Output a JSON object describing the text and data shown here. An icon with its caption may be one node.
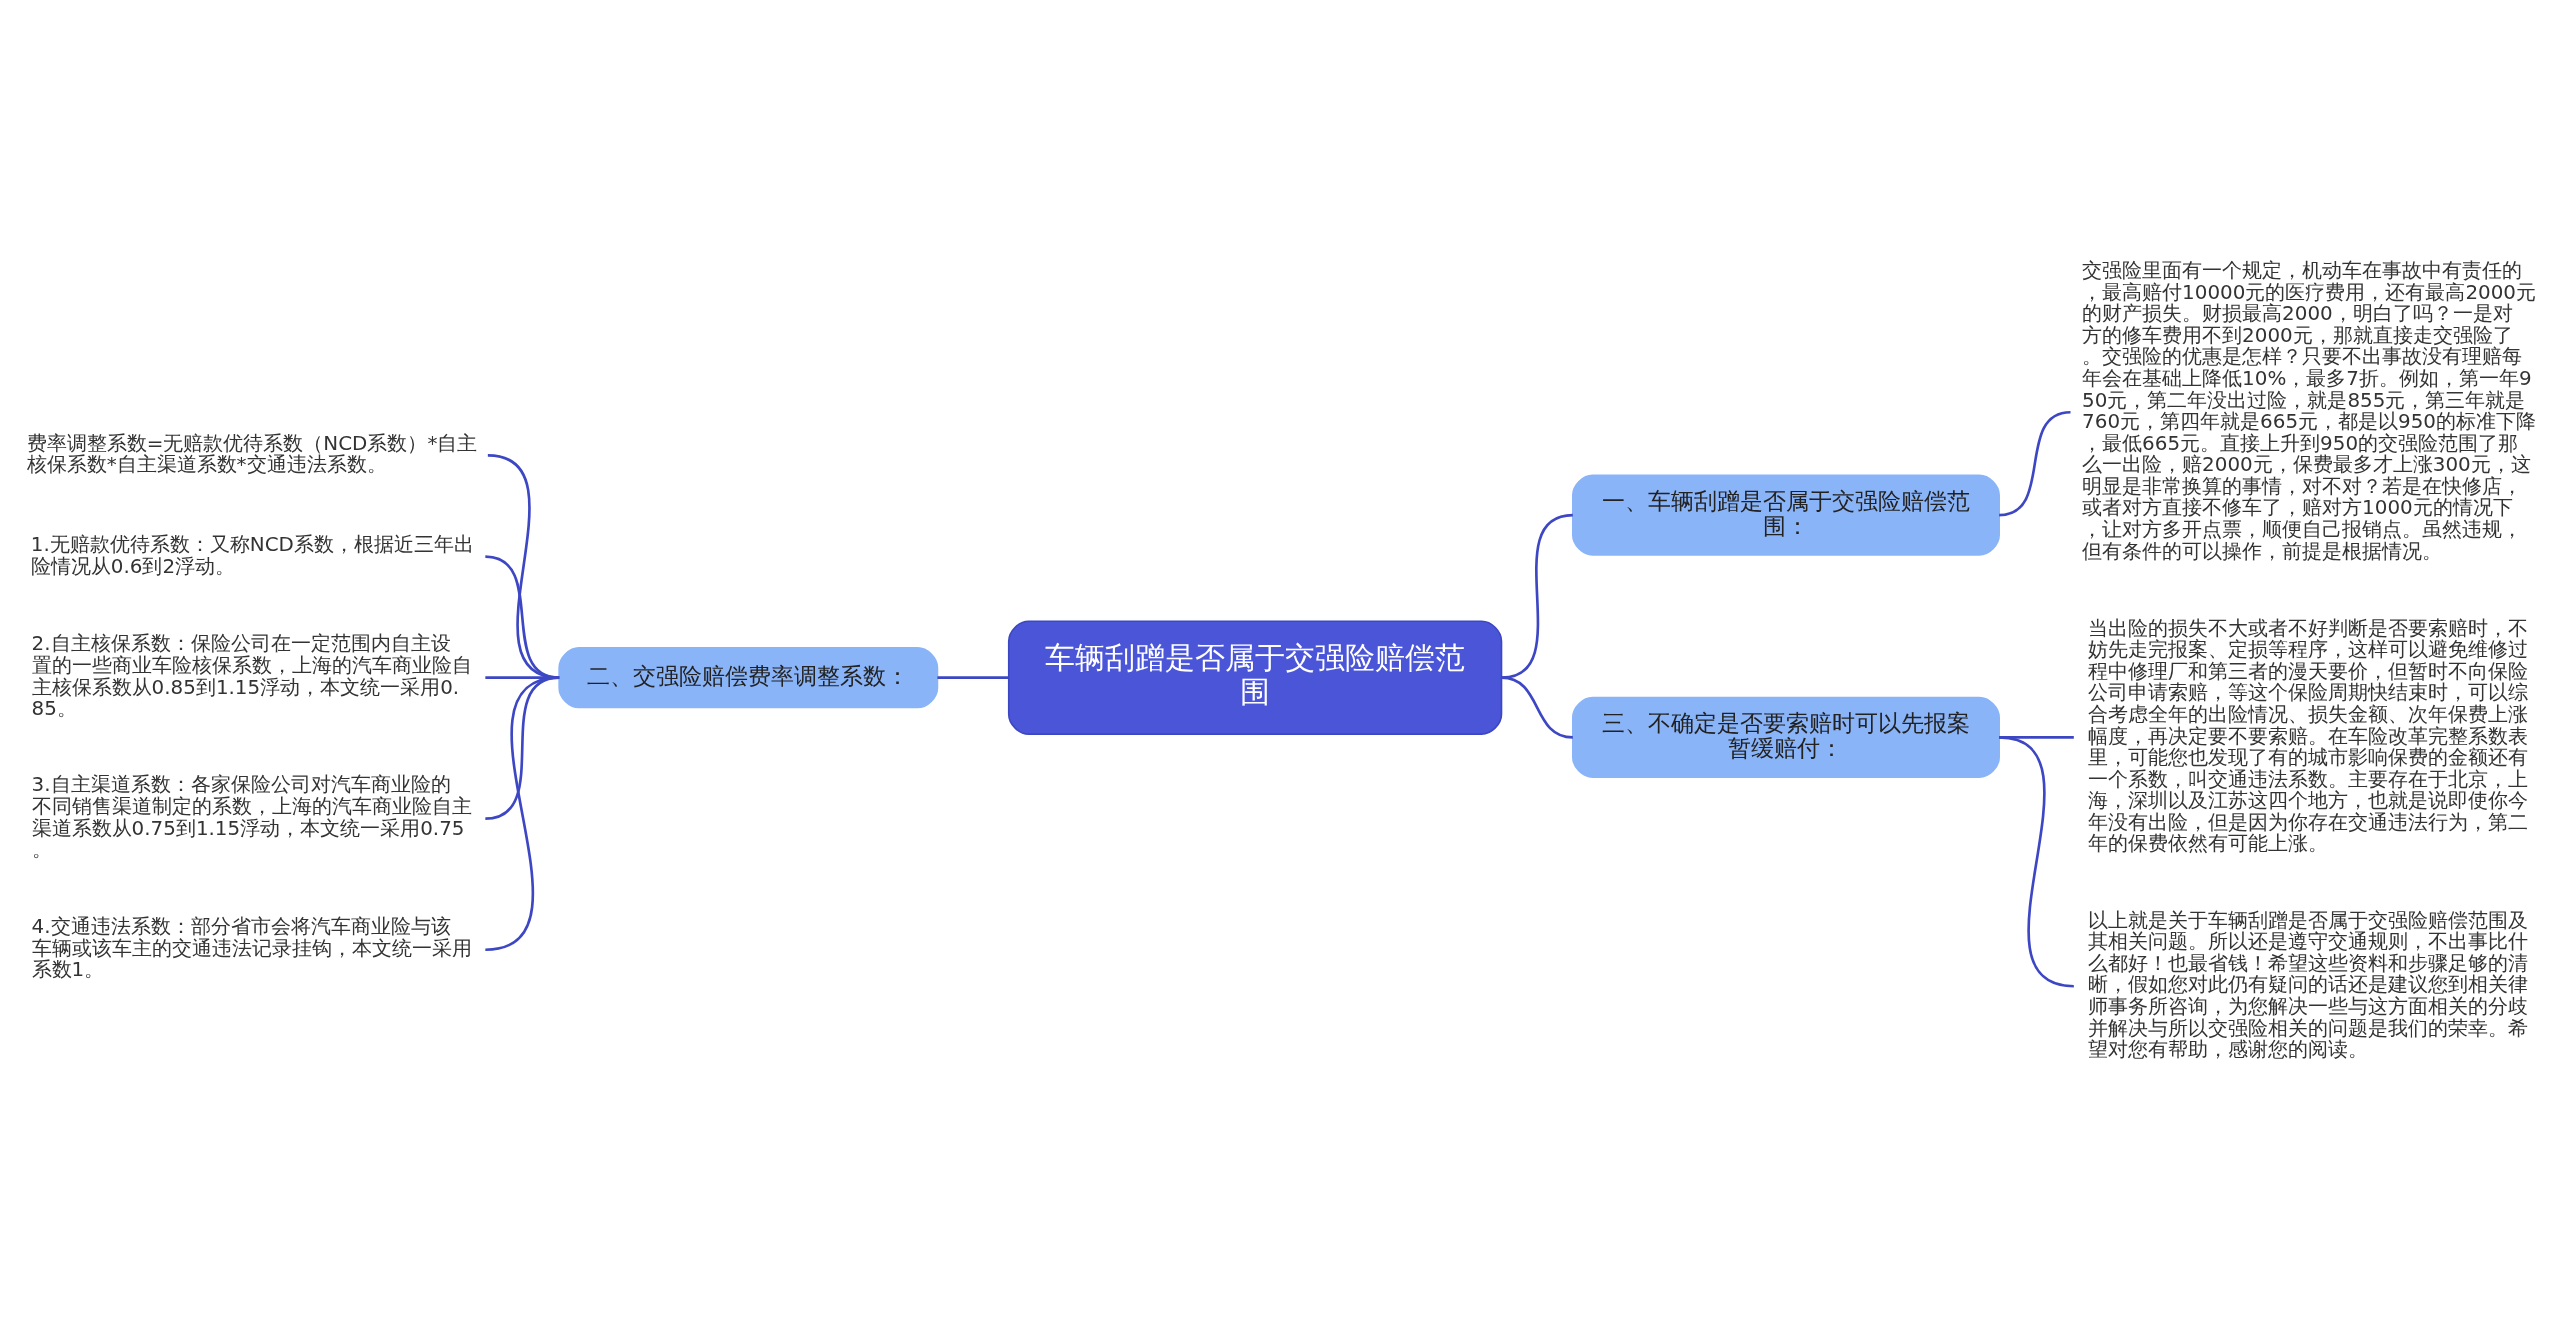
{
  "diagram": {
    "nodes": [
      {
        "text": [
          "车辆刮蹭是否属于交强险赔偿范围"
        ]
      },
      {
        "text": [
          "一、车辆刮蹭是否属于交强险赔偿范围："
        ]
      },
      {
        "text": [
          "交强险里面有一个规定，机动车在事故中有责任的，最高赔付10000元的医疗费用，还有最高2000元的财产损失。财损最高2000，明白了吗？一是对方的修车费用不到2000元，那就直接走交强险了。交强险的优惠是怎样？只要不出事故没有理赔每年会在基础上降低10%，最多7折。例如，第一年950元，第二年没出过险，就是855元，第三年就是760元，第四年就是665元，都是以950的标准下降，最低665元。直接上升到950的交强险范围了那么一出险，赔2000元，保费最多才上涨300元，这明显是非常换算的事情，对不对？若是在快修店，或者对方直接不修车了，赔对方1000元的情况下，让对方多开点票，顺便自己报销点。虽然违规，但有条件的可以操作，前提是根据情况。"
        ]
      },
      {
        "text": [
          "二、交强险赔偿费率调整系数："
        ]
      },
      {
        "text": [
          "费率调整系数=无赔款优待系数（NCD系数）*自主核保系数*自主渠道系数*交通违法系数。"
        ]
      },
      {
        "text": [
          "1.无赔款优待系数：又称NCD系数，根据近三年出险情况从0.6到2浮动。"
        ]
      },
      {
        "text": [
          "2.自主核保系数：保险公司在一定范围内自主设置的一些商业车险核保系数，上海的汽车商业险自主核保系数从0.85到1.15浮动，本文统一采用0.85。"
        ]
      },
      {
        "text": [
          "3.自主渠道系数：各家保险公司对汽车商业险的不同销售渠道制定的系数，上海的汽车商业险自主渠道系数从0.75到1.15浮动，本文统一采用0.75。"
        ]
      },
      {
        "text": [
          "4.交通违法系数：部分省市会将汽车商业险与该车辆或该车主的交通违法记录挂钩，本文统一采用系数1。"
        ]
      },
      {
        "text": [
          "三、不确定是否要索赔时可以先报案暂缓赔付："
        ]
      },
      {
        "text": [
          "当出险的损失不大或者不好判断是否要索赔时，不妨先走完报案、定损等程序，这样可以避免维修过程中修理厂和第三者的漫天要价，但暂时不向保险公司申请索赔，等这个保险周期快结束时，可以综合考虑全年的出险情况、损失金额、次年保费上涨幅度，再决定要不要索赔。在车险改革完整系数表里，可能您也发现了有的城市影响保费的金额还有一个系数，叫交通违法系数。主要存在于北京，上海，深圳以及江苏这四个地方，也就是说即使你今年没有出险，但是因为你存在交通违法行为，第二年的保费依然有可能上涨。"
        ]
      },
      {
        "text": [
          "以上就是关于车辆刮蹭是否属于交强险赔偿范围及其相关问题。所以还是遵守交通规则，不出事比什么都好！也最省钱！希望这些资料和步骤足够的清晰，假如您对此仍有疑问的话还是建议您到相关律师事务所咨询，为您解决一些与这方面相关的分歧并解决与所以交强险相关的问题是我们的荣幸。希望对您有帮助，感谢您的阅读。"
        ]
      }
    ],
    "edges": [
      {
        "from": 0,
        "to": 1,
        "arrow": "none"
      },
      {
        "from": 1,
        "to": 2,
        "arrow": "none"
      },
      {
        "from": 0,
        "to": 3,
        "arrow": "none"
      },
      {
        "from": 3,
        "to": 4,
        "arrow": "none"
      },
      {
        "from": 3,
        "to": 5,
        "arrow": "none"
      },
      {
        "from": 3,
        "to": 6,
        "arrow": "none"
      },
      {
        "from": 3,
        "to": 7,
        "arrow": "none"
      },
      {
        "from": 3,
        "to": 8,
        "arrow": "none"
      },
      {
        "from": 0,
        "to": 9,
        "arrow": "none"
      },
      {
        "from": 9,
        "to": 10,
        "arrow": "none"
      },
      {
        "from": 9,
        "to": 11,
        "arrow": "none"
      }
    ]
  }
}
